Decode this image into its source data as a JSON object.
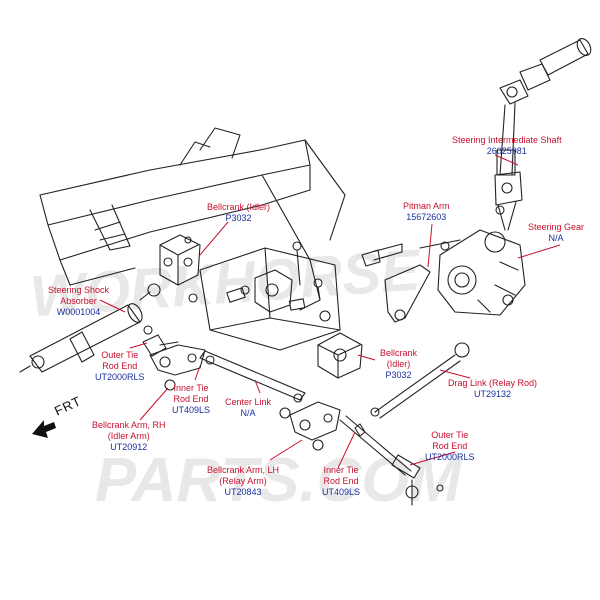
{
  "colors": {
    "label_name": "#c8102e",
    "part_number": "#1a2fa0",
    "leader": "#c8102e",
    "line_art": "#222222",
    "watermark": "#e6e6e6"
  },
  "watermark": {
    "top": "WORKHORSE",
    "bottom": "PARTS.COM"
  },
  "orientation": {
    "label": "FRT",
    "icon": "front-arrow-icon"
  },
  "callouts": [
    {
      "key": "steering-intermediate-shaft",
      "name": "Steering Intermediate Shaft",
      "pn": "26025981"
    },
    {
      "key": "steering-gear",
      "name": "Steering Gear",
      "pn": "N/A"
    },
    {
      "key": "pitman-arm",
      "name": "Pitman Arm",
      "pn": "15672603"
    },
    {
      "key": "bellcrank-idler-upper",
      "name": "Bellcrank (Idler)",
      "pn": "P3032"
    },
    {
      "key": "steering-shock-absorber",
      "name": "Steering Shock\nAbsorber",
      "pn": "W0001004"
    },
    {
      "key": "bellcrank-idler-lower",
      "name": "Bellcrank\n(Idler)",
      "pn": "P3032"
    },
    {
      "key": "outer-tie-rod-end-left",
      "name": "Outer Tie\nRod End",
      "pn": "UT2000RLS"
    },
    {
      "key": "inner-tie-rod-end-left",
      "name": "Inner Tie\nRod End",
      "pn": "UT409LS"
    },
    {
      "key": "center-link",
      "name": "Center Link",
      "pn": "N/A"
    },
    {
      "key": "drag-link",
      "name": "Drag Link (Relay Rod)",
      "pn": "UT29132"
    },
    {
      "key": "bellcrank-arm-rh",
      "name": "Bellcrank Arm, RH\n(Idler Arm)",
      "pn": "UT20912"
    },
    {
      "key": "outer-tie-rod-end-right",
      "name": "Outer Tie\nRod End",
      "pn": "UT2000RLS"
    },
    {
      "key": "bellcrank-arm-lh",
      "name": "Bellcrank Arm, LH\n(Relay Arm)",
      "pn": "UT20843"
    },
    {
      "key": "inner-tie-rod-end-right",
      "name": "Inner Tie\nRod End",
      "pn": "UT409LS"
    }
  ]
}
